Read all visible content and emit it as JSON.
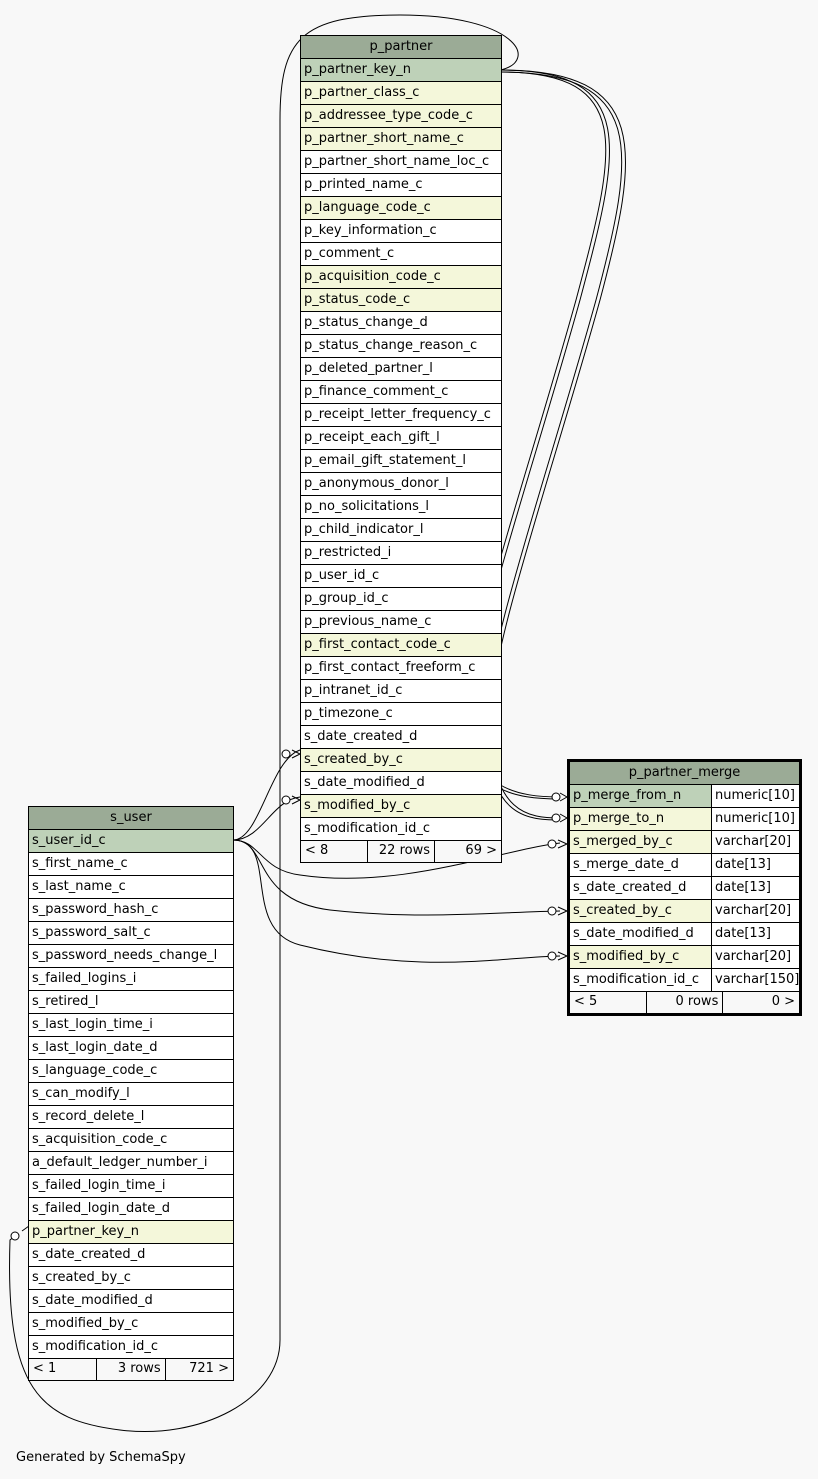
{
  "tables": {
    "p_partner": {
      "name": "p_partner",
      "columns": [
        {
          "name": "p_partner_key_n",
          "kind": "pk"
        },
        {
          "name": "p_partner_class_c",
          "kind": "fk"
        },
        {
          "name": "p_addressee_type_code_c",
          "kind": "fk"
        },
        {
          "name": "p_partner_short_name_c",
          "kind": "fk"
        },
        {
          "name": "p_partner_short_name_loc_c",
          "kind": "plain"
        },
        {
          "name": "p_printed_name_c",
          "kind": "plain"
        },
        {
          "name": "p_language_code_c",
          "kind": "fk"
        },
        {
          "name": "p_key_information_c",
          "kind": "plain"
        },
        {
          "name": "p_comment_c",
          "kind": "plain"
        },
        {
          "name": "p_acquisition_code_c",
          "kind": "fk"
        },
        {
          "name": "p_status_code_c",
          "kind": "fk"
        },
        {
          "name": "p_status_change_d",
          "kind": "plain"
        },
        {
          "name": "p_status_change_reason_c",
          "kind": "plain"
        },
        {
          "name": "p_deleted_partner_l",
          "kind": "plain"
        },
        {
          "name": "p_finance_comment_c",
          "kind": "plain"
        },
        {
          "name": "p_receipt_letter_frequency_c",
          "kind": "plain"
        },
        {
          "name": "p_receipt_each_gift_l",
          "kind": "plain"
        },
        {
          "name": "p_email_gift_statement_l",
          "kind": "plain"
        },
        {
          "name": "p_anonymous_donor_l",
          "kind": "plain"
        },
        {
          "name": "p_no_solicitations_l",
          "kind": "plain"
        },
        {
          "name": "p_child_indicator_l",
          "kind": "plain"
        },
        {
          "name": "p_restricted_i",
          "kind": "plain"
        },
        {
          "name": "p_user_id_c",
          "kind": "plain"
        },
        {
          "name": "p_group_id_c",
          "kind": "plain"
        },
        {
          "name": "p_previous_name_c",
          "kind": "plain"
        },
        {
          "name": "p_first_contact_code_c",
          "kind": "fk"
        },
        {
          "name": "p_first_contact_freeform_c",
          "kind": "plain"
        },
        {
          "name": "p_intranet_id_c",
          "kind": "plain"
        },
        {
          "name": "p_timezone_c",
          "kind": "plain"
        },
        {
          "name": "s_date_created_d",
          "kind": "plain"
        },
        {
          "name": "s_created_by_c",
          "kind": "fk"
        },
        {
          "name": "s_date_modified_d",
          "kind": "plain"
        },
        {
          "name": "s_modified_by_c",
          "kind": "fk"
        },
        {
          "name": "s_modification_id_c",
          "kind": "plain"
        }
      ],
      "footer": {
        "parents": "< 8",
        "rows": "22 rows",
        "children": "69 >"
      }
    },
    "p_partner_merge": {
      "name": "p_partner_merge",
      "columns": [
        {
          "name": "p_merge_from_n",
          "kind": "pk",
          "type": "numeric[10]"
        },
        {
          "name": "p_merge_to_n",
          "kind": "fk",
          "type": "numeric[10]"
        },
        {
          "name": "s_merged_by_c",
          "kind": "fk",
          "type": "varchar[20]"
        },
        {
          "name": "s_merge_date_d",
          "kind": "plain",
          "type": "date[13]"
        },
        {
          "name": "s_date_created_d",
          "kind": "plain",
          "type": "date[13]"
        },
        {
          "name": "s_created_by_c",
          "kind": "fk",
          "type": "varchar[20]"
        },
        {
          "name": "s_date_modified_d",
          "kind": "plain",
          "type": "date[13]"
        },
        {
          "name": "s_modified_by_c",
          "kind": "fk",
          "type": "varchar[20]"
        },
        {
          "name": "s_modification_id_c",
          "kind": "plain",
          "type": "varchar[150]"
        }
      ],
      "footer": {
        "parents": "< 5",
        "rows": "0 rows",
        "children": "0 >"
      }
    },
    "s_user": {
      "name": "s_user",
      "columns": [
        {
          "name": "s_user_id_c",
          "kind": "pk"
        },
        {
          "name": "s_first_name_c",
          "kind": "plain"
        },
        {
          "name": "s_last_name_c",
          "kind": "plain"
        },
        {
          "name": "s_password_hash_c",
          "kind": "plain"
        },
        {
          "name": "s_password_salt_c",
          "kind": "plain"
        },
        {
          "name": "s_password_needs_change_l",
          "kind": "plain"
        },
        {
          "name": "s_failed_logins_i",
          "kind": "plain"
        },
        {
          "name": "s_retired_l",
          "kind": "plain"
        },
        {
          "name": "s_last_login_time_i",
          "kind": "plain"
        },
        {
          "name": "s_last_login_date_d",
          "kind": "plain"
        },
        {
          "name": "s_language_code_c",
          "kind": "plain"
        },
        {
          "name": "s_can_modify_l",
          "kind": "plain"
        },
        {
          "name": "s_record_delete_l",
          "kind": "plain"
        },
        {
          "name": "s_acquisition_code_c",
          "kind": "plain"
        },
        {
          "name": "a_default_ledger_number_i",
          "kind": "plain"
        },
        {
          "name": "s_failed_login_time_i",
          "kind": "plain"
        },
        {
          "name": "s_failed_login_date_d",
          "kind": "plain"
        },
        {
          "name": "p_partner_key_n",
          "kind": "fk"
        },
        {
          "name": "s_date_created_d",
          "kind": "plain"
        },
        {
          "name": "s_created_by_c",
          "kind": "plain"
        },
        {
          "name": "s_date_modified_d",
          "kind": "plain"
        },
        {
          "name": "s_modified_by_c",
          "kind": "plain"
        },
        {
          "name": "s_modification_id_c",
          "kind": "plain"
        }
      ],
      "footer": {
        "parents": "< 1",
        "rows": "3 rows",
        "children": "721 >"
      }
    }
  },
  "relationships": [
    {
      "from": "p_partner_merge.p_merge_from_n",
      "to": "p_partner.p_partner_key_n"
    },
    {
      "from": "p_partner_merge.p_merge_to_n",
      "to": "p_partner.p_partner_key_n"
    },
    {
      "from": "p_partner_merge.s_merged_by_c",
      "to": "s_user.s_user_id_c"
    },
    {
      "from": "p_partner_merge.s_created_by_c",
      "to": "s_user.s_user_id_c"
    },
    {
      "from": "p_partner_merge.s_modified_by_c",
      "to": "s_user.s_user_id_c"
    },
    {
      "from": "p_partner.s_created_by_c",
      "to": "s_user.s_user_id_c"
    },
    {
      "from": "p_partner.s_modified_by_c",
      "to": "s_user.s_user_id_c"
    },
    {
      "from": "s_user.p_partner_key_n",
      "to": "p_partner.p_partner_key_n"
    }
  ],
  "colors": {
    "header": "#9bab96",
    "primary_key": "#bed1b8",
    "foreign_key": "#f4f7da",
    "background": "#f8f8f8"
  },
  "footer_text": "Generated by SchemaSpy"
}
